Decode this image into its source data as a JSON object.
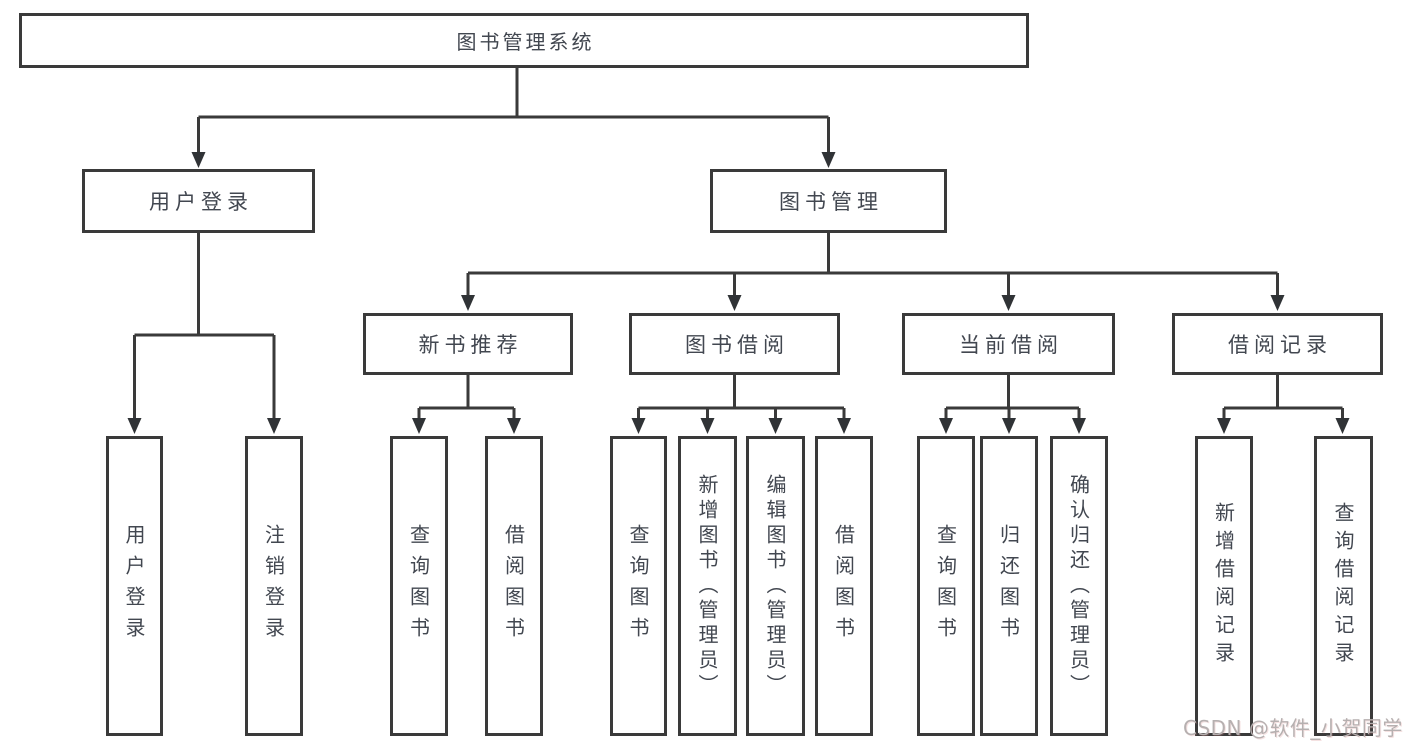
{
  "diagram_type": "hierarchy-tree",
  "root": {
    "label": "图书管理系统"
  },
  "level2": [
    {
      "label": "用户登录",
      "parent": "图书管理系统"
    },
    {
      "label": "图书管理",
      "parent": "图书管理系统"
    }
  ],
  "level3": [
    {
      "label": "新书推荐",
      "parent": "图书管理"
    },
    {
      "label": "图书借阅",
      "parent": "图书管理"
    },
    {
      "label": "当前借阅",
      "parent": "图书管理"
    },
    {
      "label": "借阅记录",
      "parent": "图书管理"
    }
  ],
  "leaves": [
    {
      "label": "用户登录",
      "parent": "用户登录"
    },
    {
      "label": "注销登录",
      "parent": "用户登录"
    },
    {
      "label": "查询图书",
      "parent": "新书推荐"
    },
    {
      "label": "借阅图书",
      "parent": "新书推荐"
    },
    {
      "label": "查询图书",
      "parent": "图书借阅"
    },
    {
      "label": "新增图书（管理员）",
      "parent": "图书借阅"
    },
    {
      "label": "编辑图书（管理员）",
      "parent": "图书借阅"
    },
    {
      "label": "借阅图书",
      "parent": "图书借阅"
    },
    {
      "label": "查询图书",
      "parent": "当前借阅"
    },
    {
      "label": "归还图书",
      "parent": "当前借阅"
    },
    {
      "label": "确认归还（管理员）",
      "parent": "当前借阅"
    },
    {
      "label": "新增借阅记录",
      "parent": "借阅记录"
    },
    {
      "label": "查询借阅记录",
      "parent": "借阅记录"
    }
  ],
  "watermark": {
    "text": "CSDN @软件_小贺同学"
  },
  "colors": {
    "line": "#3a3a3a",
    "arrow": "#303336",
    "text": "#424750",
    "background": "#ffffff",
    "watermark": "#b6b0b0"
  }
}
